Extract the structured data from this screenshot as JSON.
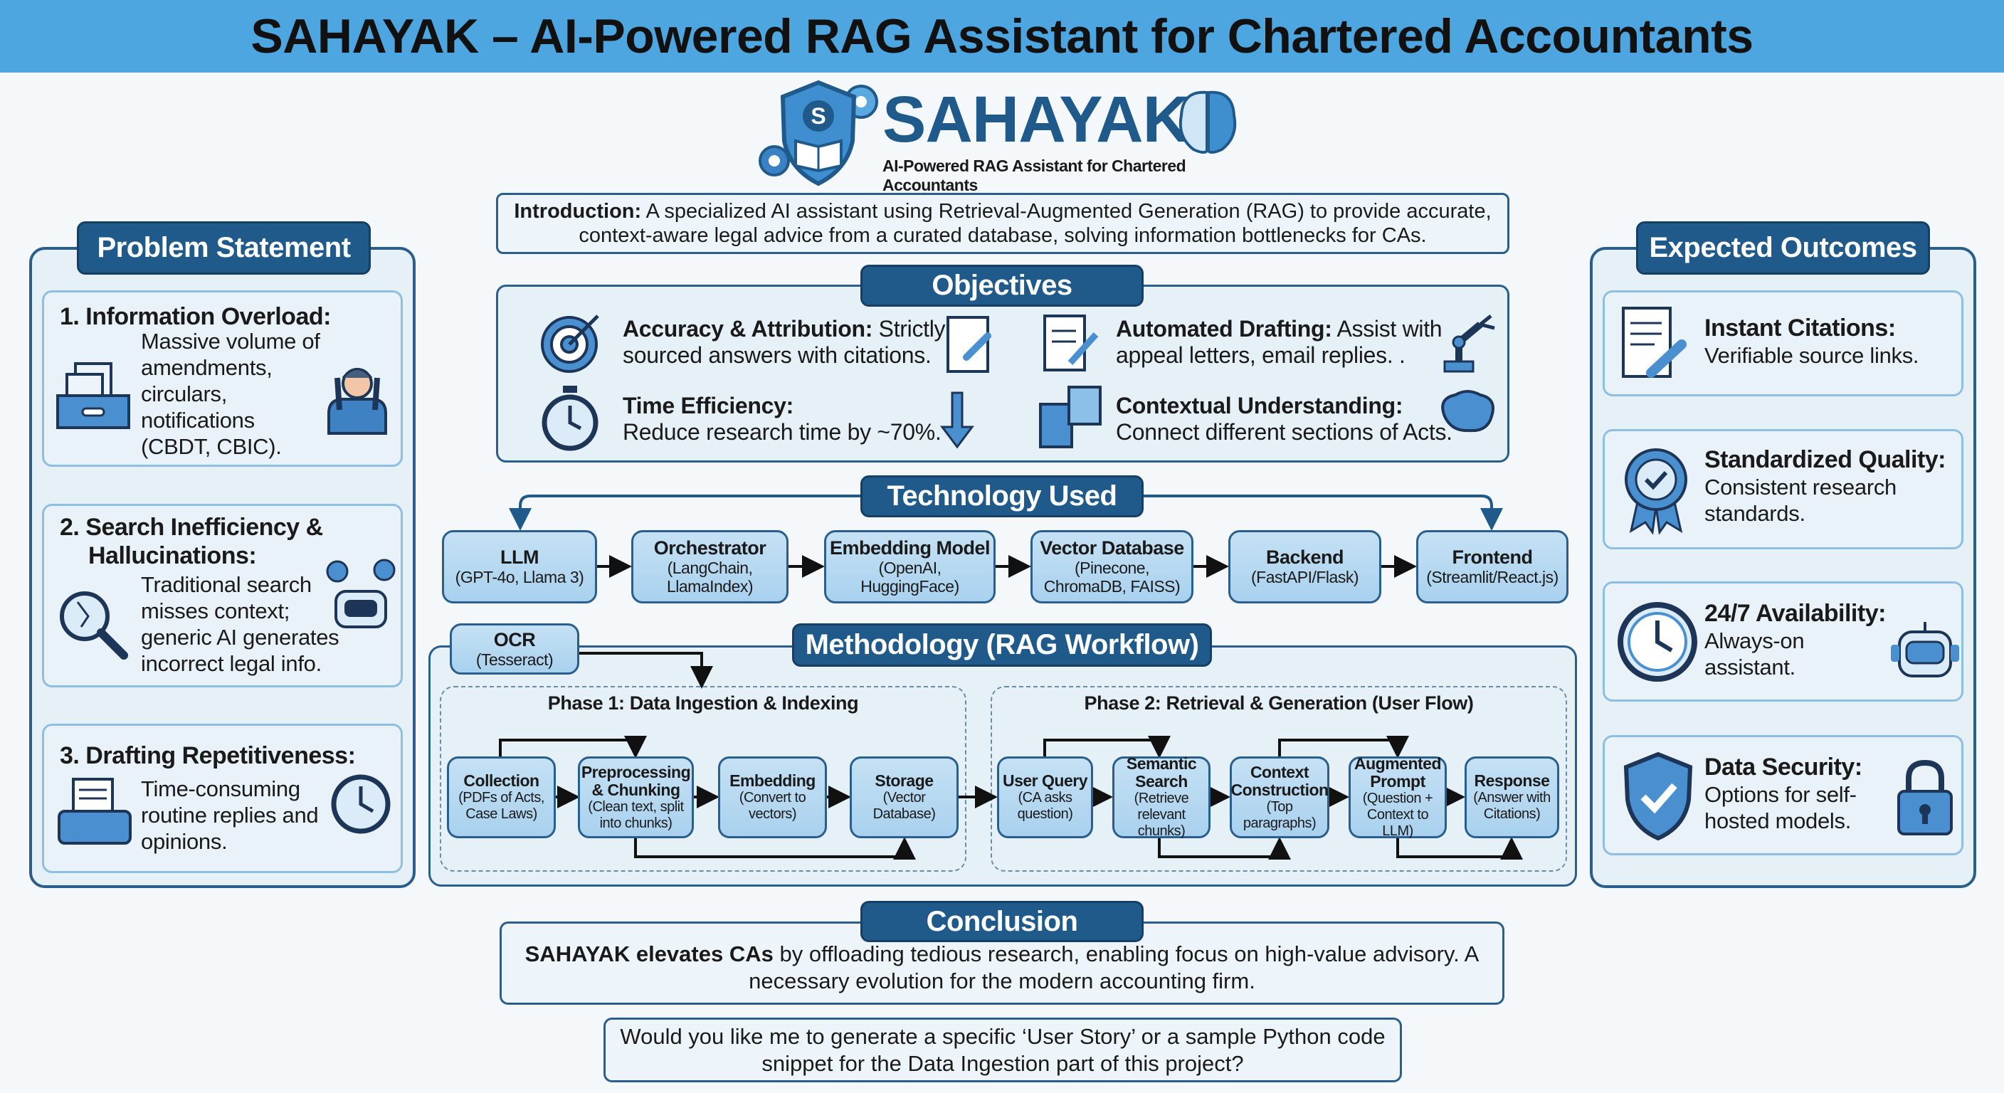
{
  "header": {
    "title": "SAHAYAK – AI-Powered RAG Assistant for Chartered Accountants"
  },
  "logo": {
    "name": "SAHAYAK",
    "tagline": "AI-Powered RAG Assistant for Chartered Accountants",
    "shield_letter": "S"
  },
  "intro": {
    "label": "Introduction:",
    "line1": " A specialized AI assistant using Retrieval-Augmented Generation (RAG) to provide accurate,",
    "line2": "context-aware legal advice from a curated database, solving information bottlenecks for CAs."
  },
  "problem": {
    "title": "Problem Statement",
    "items": [
      {
        "title": "1. Information Overload:",
        "lines": [
          "Massive volume of",
          "amendments,",
          "circulars,",
          "notifications",
          "(CBDT, CBIC)."
        ]
      },
      {
        "title1": "2. Search Inefficiency &",
        "title2": "Hallucinations:",
        "lines": [
          "Traditional search",
          "misses context;",
          "generic AI generates",
          "incorrect legal info."
        ]
      },
      {
        "title": "3. Drafting Repetitiveness:",
        "lines": [
          "Time-consuming",
          "routine replies and",
          "opinions."
        ]
      }
    ]
  },
  "objectives": {
    "title": "Objectives",
    "items": [
      {
        "title": "Accuracy & Attribution:",
        "l1": " Strictly",
        "l2": "sourced answers with citations."
      },
      {
        "title": "Automated Drafting:",
        "l1": " Assist with",
        "l2": "appeal letters, email replies. ."
      },
      {
        "title": "Time Efficiency:",
        "l1": "",
        "l2": "Reduce research time by ~70%."
      },
      {
        "title": "Contextual Understanding:",
        "l1": "",
        "l2": "Connect different sections of Acts."
      }
    ]
  },
  "technology": {
    "title": "Technology Used",
    "items": [
      {
        "name": "LLM",
        "sub": "(GPT-4o, Llama 3)"
      },
      {
        "name": "Orchestrator",
        "sub1": "(LangChain,",
        "sub2": "LlamaIndex)"
      },
      {
        "name": "Embedding Model",
        "sub1": "(OpenAI,",
        "sub2": "HuggingFace)"
      },
      {
        "name": "Vector Database",
        "sub1": "(Pinecone,",
        "sub2": "ChromaDB, FAISS)"
      },
      {
        "name": "Backend",
        "sub": "(FastAPI/Flask)"
      },
      {
        "name": "Frontend",
        "sub": "(Streamlit/React.js)"
      }
    ]
  },
  "ocr": {
    "name": "OCR",
    "sub": "(Tesseract)"
  },
  "methodology": {
    "title": "Methodology (RAG Workflow)",
    "phase1": {
      "title": "Phase 1: Data Ingestion & Indexing",
      "steps": [
        {
          "t": [
            "Collection"
          ],
          "s": [
            "(PDFs of Acts,",
            "Case Laws)"
          ]
        },
        {
          "t": [
            "Preprocessing",
            "& Chunking"
          ],
          "s": [
            "(Clean text, split",
            "into chunks)"
          ]
        },
        {
          "t": [
            "Embedding"
          ],
          "s": [
            "(Convert to",
            "vectors)"
          ]
        },
        {
          "t": [
            "Storage"
          ],
          "s": [
            "(Vector",
            "Database)"
          ]
        }
      ]
    },
    "phase2": {
      "title": "Phase 2: Retrieval & Generation (User Flow)",
      "steps": [
        {
          "t": [
            "User Query"
          ],
          "s": [
            "(CA asks",
            "question)"
          ]
        },
        {
          "t": [
            "Semantic",
            "Search"
          ],
          "s": [
            "(Retrieve",
            "relevant chunks)"
          ]
        },
        {
          "t": [
            "Context",
            "Construction"
          ],
          "s": [
            "(Top",
            "paragraphs)"
          ]
        },
        {
          "t": [
            "Augmented",
            "Prompt"
          ],
          "s": [
            "(Question +",
            "Context to LLM)"
          ]
        },
        {
          "t": [
            "Response"
          ],
          "s": [
            "(Answer with",
            "Citations)"
          ]
        }
      ]
    }
  },
  "outcomes": {
    "title": "Expected Outcomes",
    "items": [
      {
        "title": "Instant Citations:",
        "lines": [
          "Verifiable source links."
        ]
      },
      {
        "title": "Standardized Quality:",
        "lines": [
          "Consistent research",
          "standards."
        ]
      },
      {
        "title": "24/7 Availability:",
        "lines": [
          "Always-on",
          "assistant."
        ]
      },
      {
        "title": "Data Security:",
        "lines": [
          "Options for self-",
          "hosted models."
        ]
      }
    ]
  },
  "conclusion": {
    "title": "Conclusion",
    "bold": "SAHAYAK elevates CAs",
    "rest": " by offloading tedious research, enabling focus on high-value advisory. A",
    "line2": "necessary evolution for the modern accounting firm."
  },
  "followup": {
    "line1": "Would you like me to generate a specific ‘User Story’ or a sample Python code",
    "line2": "snippet for the Data Ingestion part of this project?"
  },
  "colors": {
    "band": "#4ea6e0",
    "pill": "#1f5a8b",
    "border": "#2a5e8c",
    "box": "#b5d8f0",
    "panel": "#e6f0f7"
  }
}
